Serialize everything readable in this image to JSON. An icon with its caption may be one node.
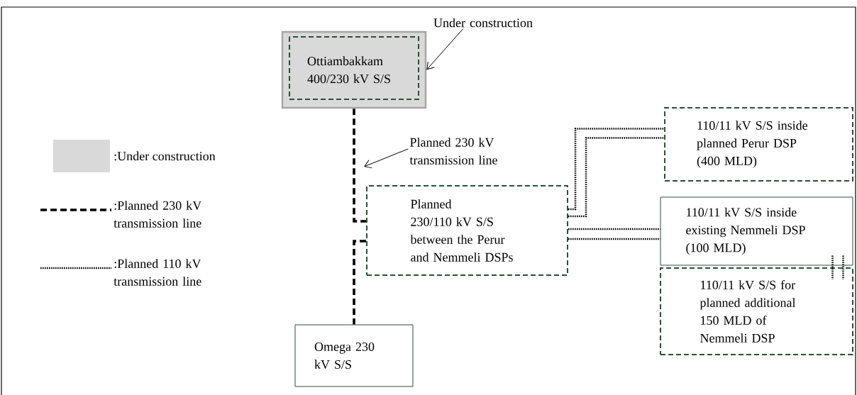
{
  "diagram": {
    "nodes": [
      {
        "text": [
          "Ottiambakkam 400/230 kV S/S"
        ]
      },
      {
        "text": [
          "Under construction"
        ]
      },
      {
        "text": [
          "Planned 230 kV transmission line"
        ]
      },
      {
        "text": [
          "Planned",
          "230/110 kV S/S between the Perur and Nemmeli DSPs"
        ]
      },
      {
        "text": [
          "110/11 kV S/S inside planned Perur DSP (400 MLD)"
        ]
      },
      {
        "text": [
          "110/11 kV S/S inside existing Nemmeli DSP (100 MLD)"
        ]
      },
      {
        "text": [
          "110/11 kV S/S  for planned additional 150 MLD of Nemmeli DSP"
        ]
      },
      {
        "text": [
          "Omega 230 kV S/S"
        ]
      }
    ],
    "edges": [
      {
        "from": 1,
        "to": 0,
        "arrow": "to"
      },
      {
        "from": 2,
        "to": null,
        "arrow": "to"
      },
      {
        "from": 0,
        "to": 3,
        "arrow": "none",
        "style": "dashed"
      },
      {
        "from": 3,
        "to": 7,
        "arrow": "none",
        "style": "dashed"
      },
      {
        "from": 3,
        "to": 4,
        "arrow": "none",
        "style": "dashed"
      },
      {
        "from": 3,
        "to": 4,
        "arrow": "none",
        "style": "dashed"
      },
      {
        "from": 3,
        "to": 5,
        "arrow": "none",
        "style": "dashed"
      },
      {
        "from": 3,
        "to": 5,
        "arrow": "none",
        "style": "dashed"
      },
      {
        "from": 5,
        "to": 6,
        "arrow": "none",
        "style": "dashed"
      },
      {
        "from": 5,
        "to": 6,
        "arrow": "none",
        "style": "dashed"
      }
    ],
    "legend": [
      {
        "text": ":Under construction",
        "color": "#d9d9d9"
      },
      {
        "text": ":Planned 230 kV transmission line"
      },
      {
        "text": ":Planned 110 kV transmission line"
      }
    ]
  }
}
